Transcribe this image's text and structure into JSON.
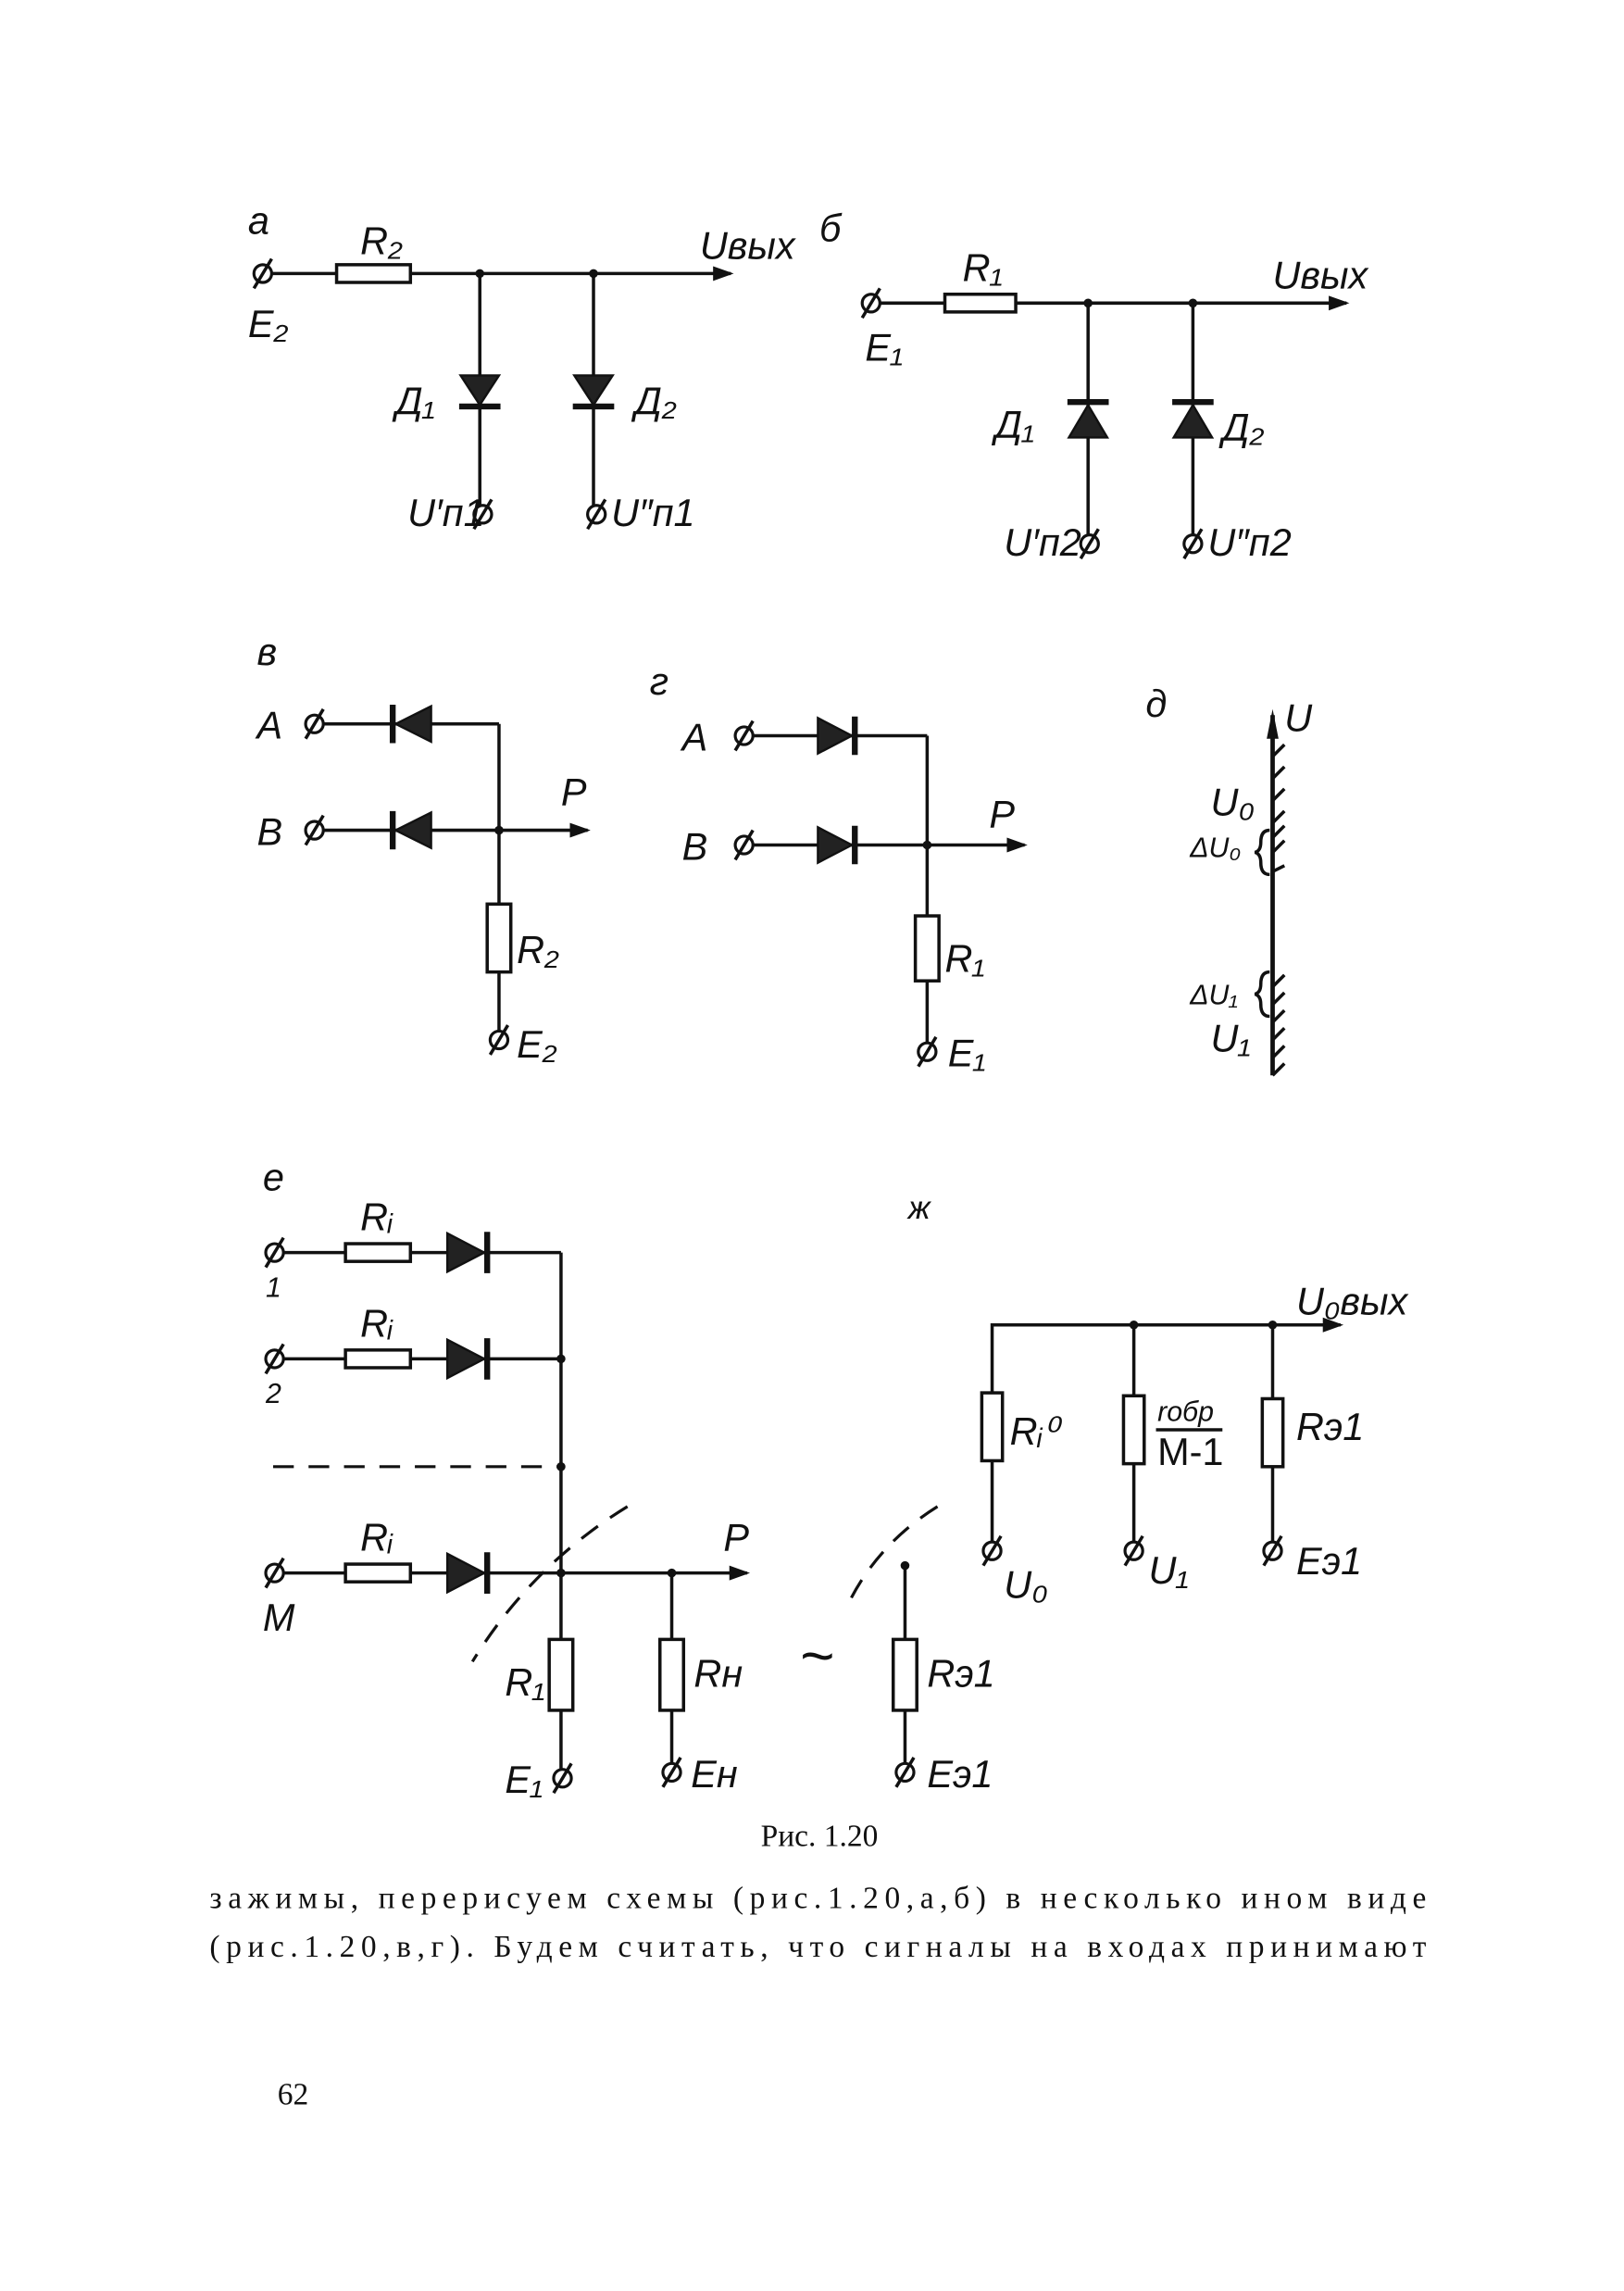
{
  "figures": {
    "a": {
      "label": "а",
      "resistor": "R₂",
      "source": "E₂",
      "output": "Uвых",
      "diode1": "Д₁",
      "diode2": "Д₂",
      "supply1": "U′п1",
      "supply2": "U″п1"
    },
    "b": {
      "label": "б",
      "resistor": "R₁",
      "source": "E₁",
      "output": "Uвых",
      "diode1": "Д₁",
      "diode2": "Д₂",
      "supply1": "U′п2",
      "supply2": "U″п2"
    },
    "v": {
      "label": "в",
      "inputA": "A",
      "inputB": "B",
      "output": "P",
      "resistor": "R₂",
      "source": "E₂"
    },
    "g": {
      "label": "г",
      "inputA": "A",
      "inputB": "B",
      "output": "P",
      "resistor": "R₁",
      "source": "E₁"
    },
    "d": {
      "label": "д",
      "axis": "U",
      "u0": "U₀",
      "du0": "ΔU₀",
      "du1": "ΔU₁",
      "u1": "U₁"
    },
    "e": {
      "label": "е",
      "input1": "1",
      "input2": "2",
      "inputM": "M",
      "ri": "Rᵢ",
      "r1": "R₁",
      "rn": "Rн",
      "e1": "E₁",
      "en": "Eн",
      "tilde": "~",
      "re1": "Rэ1",
      "ee1": "Eэ1"
    },
    "zh": {
      "label": "ж",
      "output": "U₀вых",
      "ri0": "Rᵢ⁰",
      "r_num": "rобр",
      "r_den": "M-1",
      "re1": "Rэ1",
      "u0": "U₀",
      "u1": "U₁",
      "ee1": "Eэ1"
    }
  },
  "caption": "Рис. 1.20",
  "body_lines": [
    "зажимы, перерисуем схемы (рис.1.20,а,б) в несколько ином виде",
    "(рис.1.20,в,г). Будем считать, что сигналы на входах принимают"
  ],
  "page_number": "62"
}
